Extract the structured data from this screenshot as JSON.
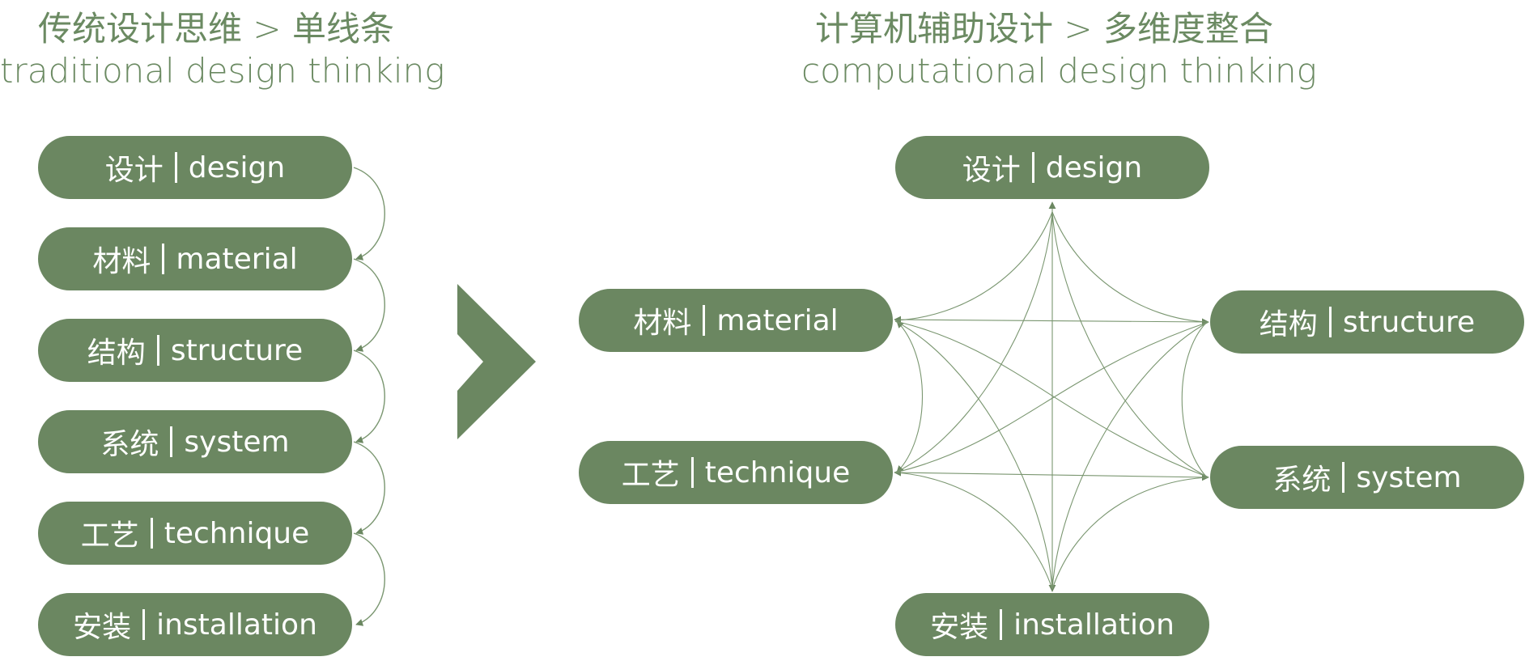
{
  "left": {
    "title_zh": "传统设计思维 > 单线条",
    "title_en": "traditional design thinking",
    "items": [
      {
        "zh": "设计",
        "en": "design"
      },
      {
        "zh": "材料",
        "en": "material"
      },
      {
        "zh": "结构",
        "en": "structure"
      },
      {
        "zh": "系统",
        "en": "system"
      },
      {
        "zh": "工艺",
        "en": "technique"
      },
      {
        "zh": "安装",
        "en": "installation"
      }
    ]
  },
  "right": {
    "title_zh": "计算机辅助设计 > 多维度整合",
    "title_en": "computational design thinking",
    "nodes": {
      "design": {
        "zh": "设计",
        "en": "design"
      },
      "material": {
        "zh": "材料",
        "en": "material"
      },
      "structure": {
        "zh": "结构",
        "en": "structure"
      },
      "technique": {
        "zh": "工艺",
        "en": "technique"
      },
      "system": {
        "zh": "系统",
        "en": "system"
      },
      "installation": {
        "zh": "安装",
        "en": "installation"
      }
    }
  },
  "colors": {
    "pill": "#6b8761",
    "title": "#6b8a62",
    "line": "#7a9670"
  }
}
